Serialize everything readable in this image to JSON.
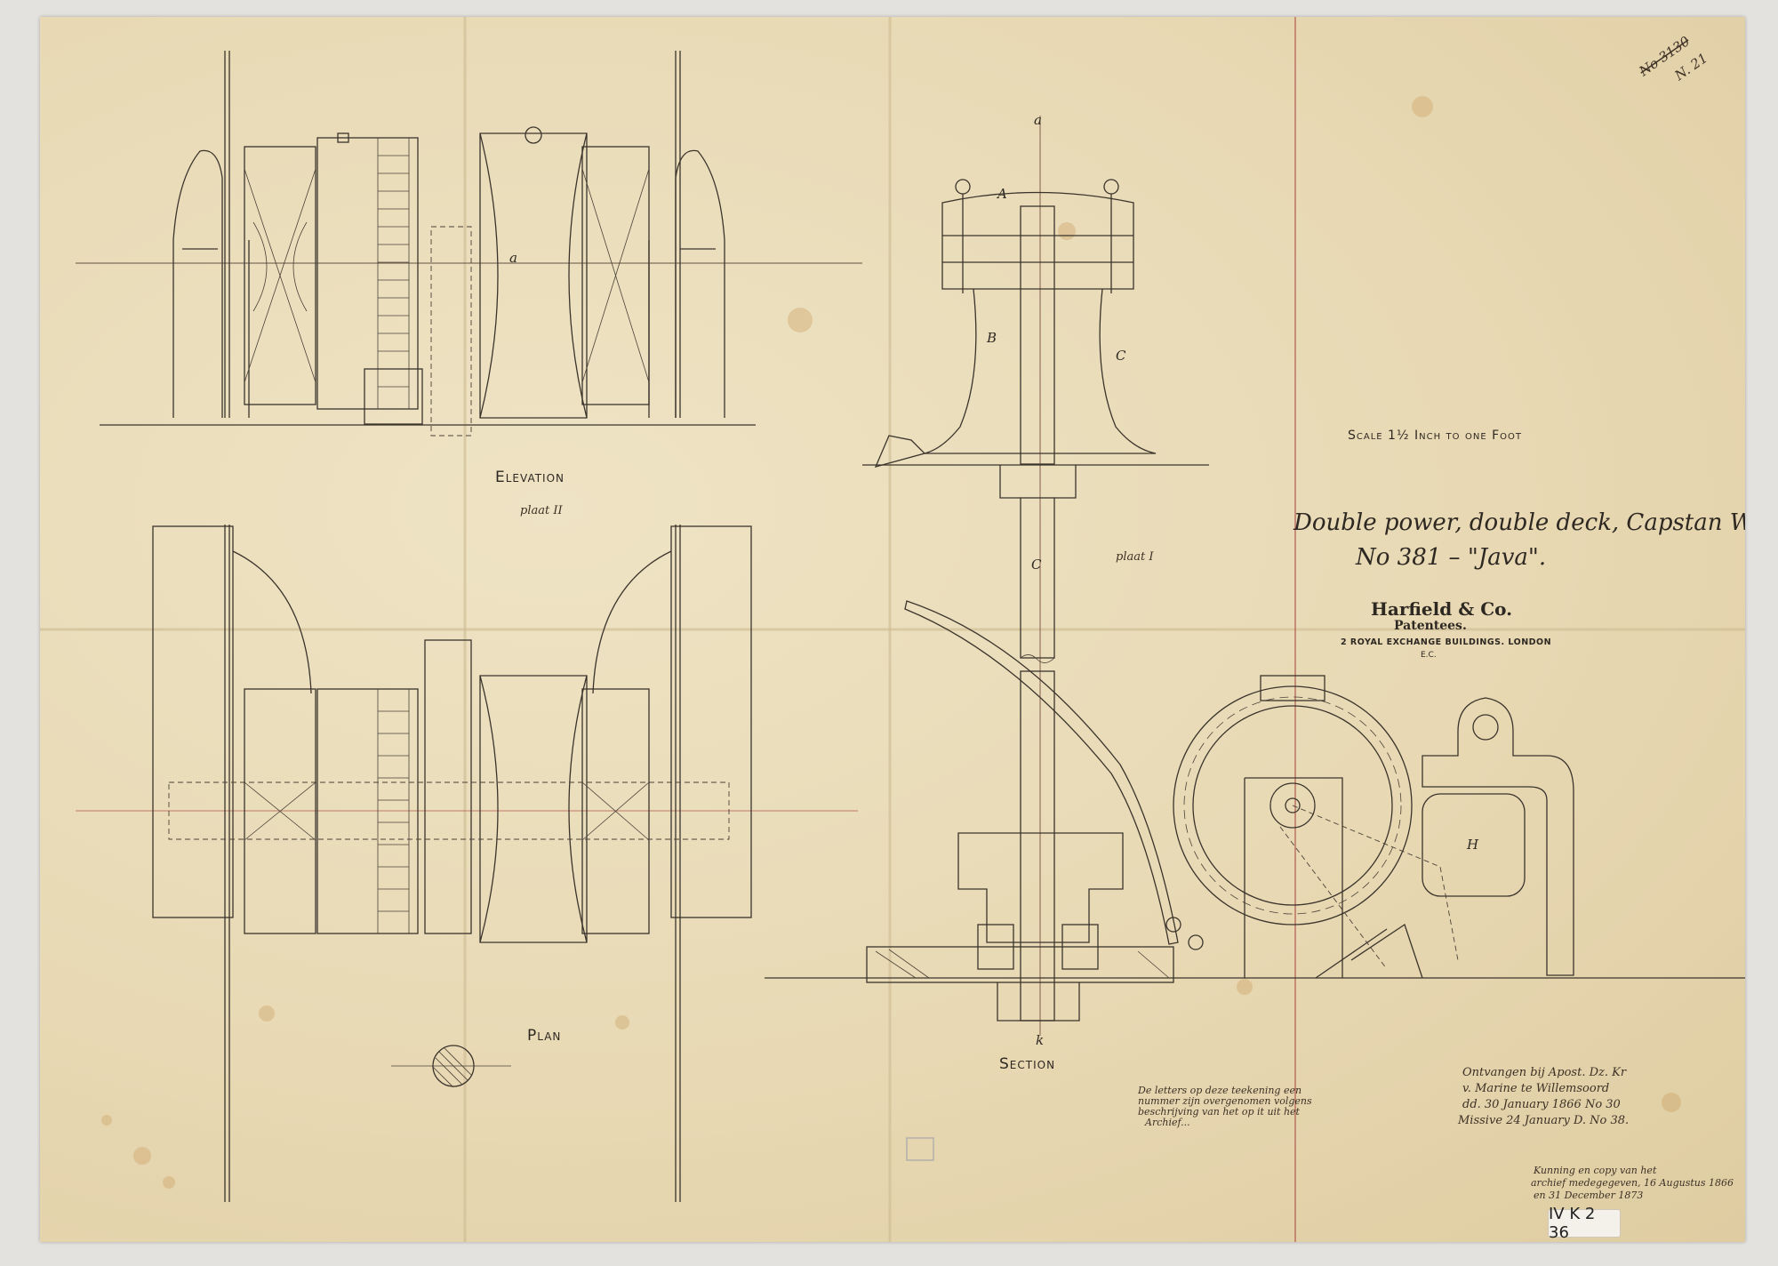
{
  "sheet": {
    "corner_note": [
      "No 3130",
      "N. 21"
    ],
    "views": {
      "elevation": "Elevation",
      "elevation_plate": "plaat II",
      "plan": "Plan",
      "section": "Section",
      "section_plate": "plaat I"
    },
    "scale": "Scale 1½ Inch to one Foot",
    "title": {
      "line1": "Double power, double deck, Capstan Windlass",
      "line2": "No 381 – \"Java\"."
    },
    "maker": {
      "name": "Harfield & Co.",
      "subtitle": "Patentees.",
      "address": "2 Royal Exchange Buildings. London",
      "district": "E.C."
    },
    "part_letters": [
      "a",
      "A",
      "B",
      "C",
      "C",
      "k",
      "H",
      "a"
    ],
    "notes": {
      "dutch_note": [
        "De letters op deze teekening een",
        "nummer zijn overgenomen volgens",
        "beschrijving van het op it uit het",
        "Archief..."
      ],
      "receipt": [
        "Ontvangen bij Apost. Dz. Kr",
        "v. Marine te Willemsoord",
        "dd. 30 January 1866 No 30",
        "Missive 24 January D. No 38."
      ],
      "copy": [
        "Kunning en copy van het",
        "archief medegegeven, 16 Augustus 1866",
        "en 31 December 1873"
      ]
    },
    "archive_label": "IV K 2 36"
  }
}
